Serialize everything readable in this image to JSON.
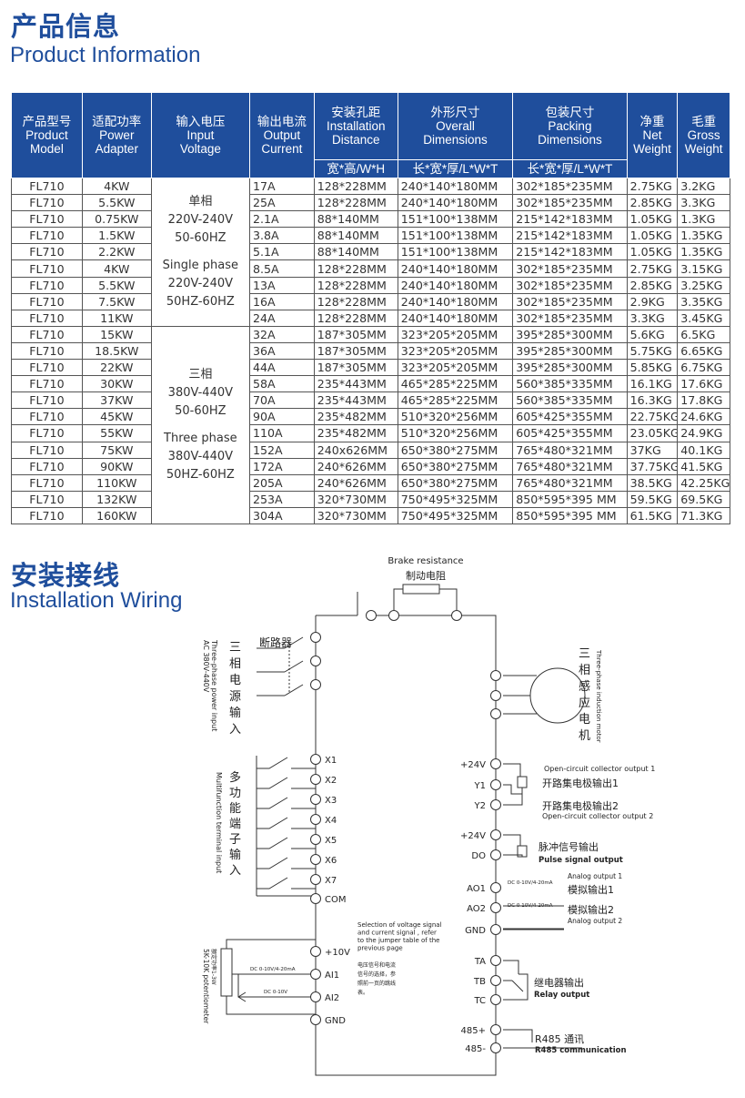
{
  "product_section": {
    "title_cn": "产品信息",
    "title_en": "Product Information"
  },
  "table": {
    "headers": [
      {
        "cn": "产品型号",
        "en1": "Product",
        "en2": "Model"
      },
      {
        "cn": "适配功率",
        "en1": "Power",
        "en2": "Adapter"
      },
      {
        "cn": "输入电压",
        "en1": "Input",
        "en2": "Voltage"
      },
      {
        "cn": "输出电流",
        "en1": "Output",
        "en2": "Current"
      },
      {
        "cn": "安装孔距",
        "en1": "Installation",
        "en2": "Distance"
      },
      {
        "cn": "外形尺寸",
        "en1": "Overall",
        "en2": "Dimensions"
      },
      {
        "cn": "包装尺寸",
        "en1": "Packing",
        "en2": "Dimensions"
      },
      {
        "cn": "净重",
        "en1": "Net",
        "en2": "Weight"
      },
      {
        "cn": "毛重",
        "en1": "Gross",
        "en2": "Weight"
      }
    ],
    "subheaders": [
      "宽*高/W*H",
      "长*宽*厚/L*W*T",
      "长*宽*厚/L*W*T"
    ],
    "voltage_groups": [
      {
        "lines": [
          "单相",
          "220V-240V",
          "50-60HZ",
          "",
          "Single phase",
          "220V-240V",
          "50HZ-60HZ"
        ]
      },
      {
        "lines": [
          "三相",
          "380V-440V",
          "50-60HZ",
          "",
          "Three phase",
          "380V-440V",
          "50HZ-60HZ"
        ]
      }
    ],
    "rows": [
      [
        "FL710",
        "4KW",
        "17A",
        "128*228MM",
        "240*140*180MM",
        "302*185*235MM",
        "2.75KG",
        "3.2KG"
      ],
      [
        "FL710",
        "5.5KW",
        "25A",
        "128*228MM",
        "240*140*180MM",
        "302*185*235MM",
        "2.85KG",
        "3.3KG"
      ],
      [
        "FL710",
        "0.75KW",
        "2.1A",
        "88*140MM",
        "151*100*138MM",
        "215*142*183MM",
        "1.05KG",
        "1.3KG"
      ],
      [
        "FL710",
        "1.5KW",
        "3.8A",
        "88*140MM",
        "151*100*138MM",
        "215*142*183MM",
        "1.05KG",
        "1.35KG"
      ],
      [
        "FL710",
        "2.2KW",
        "5.1A",
        "88*140MM",
        "151*100*138MM",
        "215*142*183MM",
        "1.05KG",
        "1.35KG"
      ],
      [
        "FL710",
        "4KW",
        "8.5A",
        "128*228MM",
        "240*140*180MM",
        "302*185*235MM",
        "2.75KG",
        "3.15KG"
      ],
      [
        "FL710",
        "5.5KW",
        "13A",
        "128*228MM",
        "240*140*180MM",
        "302*185*235MM",
        "2.85KG",
        "3.25KG"
      ],
      [
        "FL710",
        "7.5KW",
        "16A",
        "128*228MM",
        "240*140*180MM",
        "302*185*235MM",
        "2.9KG",
        "3.35KG"
      ],
      [
        "FL710",
        "11KW",
        "24A",
        "128*228MM",
        "240*140*180MM",
        "302*185*235MM",
        "3.3KG",
        "3.45KG"
      ],
      [
        "FL710",
        "15KW",
        "32A",
        "187*305MM",
        "323*205*205MM",
        "395*285*300MM",
        "5.6KG",
        "6.5KG"
      ],
      [
        "FL710",
        "18.5KW",
        "36A",
        "187*305MM",
        "323*205*205MM",
        "395*285*300MM",
        "5.75KG",
        "6.65KG"
      ],
      [
        "FL710",
        "22KW",
        "44A",
        "187*305MM",
        "323*205*205MM",
        "395*285*300MM",
        "5.85KG",
        "6.75KG"
      ],
      [
        "FL710",
        "30KW",
        "58A",
        "235*443MM",
        "465*285*225MM",
        "560*385*335MM",
        "16.1KG",
        "17.6KG"
      ],
      [
        "FL710",
        "37KW",
        "70A",
        "235*443MM",
        "465*285*225MM",
        "560*385*335MM",
        "16.3KG",
        "17.8KG"
      ],
      [
        "FL710",
        "45KW",
        "90A",
        "235*482MM",
        "510*320*256MM",
        "605*425*355MM",
        "22.75KG",
        "24.6KG"
      ],
      [
        "FL710",
        "55KW",
        "110A",
        "235*482MM",
        "510*320*256MM",
        "605*425*355MM",
        "23.05KG",
        "24.9KG"
      ],
      [
        "FL710",
        "75KW",
        "152A",
        "240x626MM",
        "650*380*275MM",
        "765*480*321MM",
        "37KG",
        "40.1KG"
      ],
      [
        "FL710",
        "90KW",
        "172A",
        "240*626MM",
        "650*380*275MM",
        "765*480*321MM",
        "37.75KG",
        "41.5KG"
      ],
      [
        "FL710",
        "110KW",
        "205A",
        "240*626MM",
        "650*380*275MM",
        "765*480*321MM",
        "38.5KG",
        "42.25KG"
      ],
      [
        "FL710",
        "132KW",
        "253A",
        "320*730MM",
        "750*495*325MM",
        "850*595*395 MM",
        "59.5KG",
        "69.5KG"
      ],
      [
        "FL710",
        "160KW",
        "304A",
        "320*730MM",
        "750*495*325MM",
        "850*595*395 MM",
        "61.5KG",
        "71.3KG"
      ]
    ]
  },
  "wiring_section": {
    "title_cn": "安装接线",
    "title_en": "Installation Wiring"
  },
  "wiring": {
    "brake_en": "Brake resistance",
    "brake_cn": "制动电阻",
    "breaker_cn": "断路器",
    "power_cn": [
      "三",
      "相",
      "电",
      "源",
      "输",
      "入"
    ],
    "power_en1": "Three-phase power input",
    "power_en2": "AC 380V-440V",
    "motor_cn": [
      "三",
      "相",
      "感",
      "应",
      "电",
      "机"
    ],
    "motor_en": "Three-phase induction motor",
    "multi_cn": [
      "多",
      "功",
      "能",
      "端",
      "子",
      "输",
      "入"
    ],
    "multi_en": "Multifunction terminal input",
    "inputs": [
      "X1",
      "X2",
      "X3",
      "X4",
      "X5",
      "X6",
      "X7",
      "COM"
    ],
    "analog_in": [
      "+10V",
      "AI1",
      "AI2",
      "GND"
    ],
    "pot_cn": "额定功率1-3W",
    "pot_en": "5K-10K potentiometer",
    "ai1_range": "DC 0-10V/4-20mA",
    "ai2_range": "DC 0-10V",
    "jumper_en": [
      "Selection of voltage signal",
      "and current signal ,  refer",
      "to the jumper table of the",
      "previous page"
    ],
    "jumper_cn": [
      "电压信号和电流",
      "信号的选择，参",
      "照前一页的跳线",
      "表。"
    ],
    "oc_terminals": [
      "+24V",
      "Y1",
      "Y2"
    ],
    "oc1_en": "Open-circuit collector output 1",
    "oc1_cn": "开路集电极输出1",
    "oc2_cn": "开路集电极输出2",
    "oc2_en": "Open-circuit collector output 2",
    "pulse_terminals": [
      "+24V",
      "DO"
    ],
    "pulse_cn": "脉冲信号输出",
    "pulse_en": "Pulse  signal  output",
    "ao_terminals": [
      "AO1",
      "AO2",
      "GND"
    ],
    "ao_range": "DC 0-10V/4-20mA",
    "ao1_en": "Analog output 1",
    "ao1_cn": "模拟输出1",
    "ao2_cn": "模拟输出2",
    "ao2_en": "Analog output 2",
    "relay_terminals": [
      "TA",
      "TB",
      "TC"
    ],
    "relay_cn": "继电器输出",
    "relay_en": "Relay output",
    "rs485_terminals": [
      "485+",
      "485-"
    ],
    "rs485_cn": "R485 通讯",
    "rs485_en": "R485 communication"
  },
  "colors": {
    "accent": "#1f4e9c"
  }
}
